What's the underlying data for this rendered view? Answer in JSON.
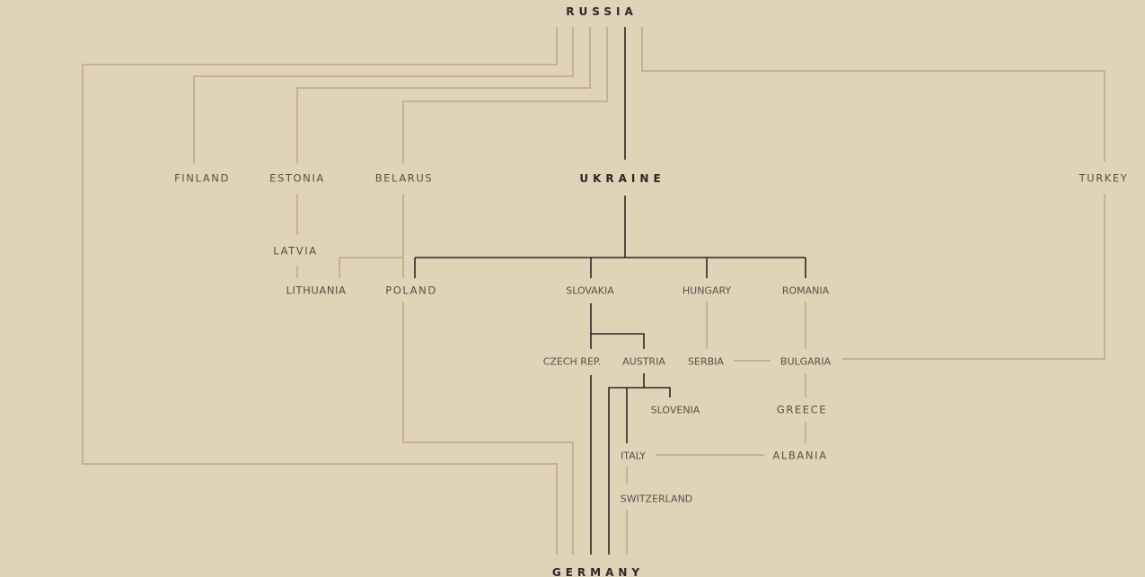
{
  "countries": {
    "russia": "RUSSIA",
    "ukraine": "UKRAINE",
    "germany": "GERMANY",
    "finland": "FINLAND",
    "estonia": "ESTONIA",
    "belarus": "BELARUS",
    "turkey": "TURKEY",
    "latvia": "LATVIA",
    "lithuania": "LITHUANIA",
    "poland": "POLAND",
    "slovakia": "SLOVAKIA",
    "hungary": "HUNGARY",
    "romania": "ROMANIA",
    "czech": "CZECH REP.",
    "austria": "AUSTRIA",
    "serbia": "SERBIA",
    "bulgaria": "BULGARIA",
    "slovenia": "SLOVENIA",
    "greece": "GREECE",
    "italy": "ITALY",
    "albania": "ALBANIA",
    "switzerland": "SWITZERLAND"
  },
  "colors": {
    "background": "#e1d3b8",
    "primary_route": "#2b2724",
    "secondary_route": "#b7a78d",
    "label": "#565047"
  }
}
